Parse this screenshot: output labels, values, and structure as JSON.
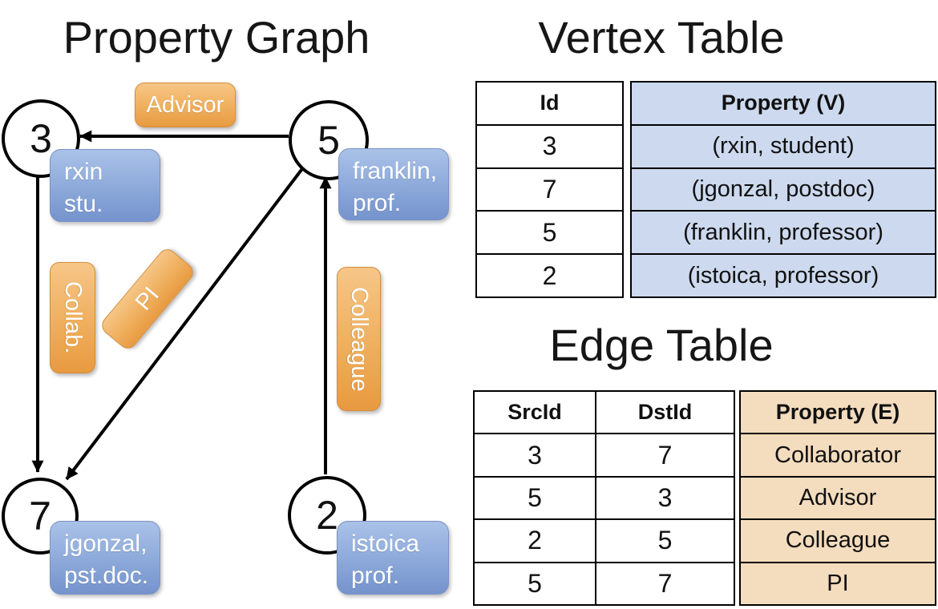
{
  "graph": {
    "title": "Property Graph",
    "nodes": [
      {
        "id": "3",
        "label_lines": [
          "rxin",
          "stu."
        ]
      },
      {
        "id": "5",
        "label_lines": [
          "franklin,",
          "prof."
        ]
      },
      {
        "id": "7",
        "label_lines": [
          "jgonzal,",
          "pst.doc."
        ]
      },
      {
        "id": "2",
        "label_lines": [
          "istoica",
          "prof."
        ]
      }
    ],
    "edge_labels": {
      "advisor": "Advisor",
      "collab": "Collab.",
      "pi": "PI",
      "colleague": "Colleague"
    },
    "edges": [
      {
        "src": "5",
        "dst": "3",
        "label": "Advisor"
      },
      {
        "src": "3",
        "dst": "7",
        "label": "Collab."
      },
      {
        "src": "5",
        "dst": "7",
        "label": "PI"
      },
      {
        "src": "2",
        "dst": "5",
        "label": "Colleague"
      }
    ]
  },
  "vertex_table": {
    "title": "Vertex Table",
    "columns": [
      "Id",
      "Property (V)"
    ],
    "rows": [
      [
        "3",
        "(rxin, student)"
      ],
      [
        "7",
        "(jgonzal, postdoc)"
      ],
      [
        "5",
        "(franklin, professor)"
      ],
      [
        "2",
        "(istoica, professor)"
      ]
    ]
  },
  "edge_table": {
    "title": "Edge Table",
    "columns": [
      "SrcId",
      "DstId",
      "Property (E)"
    ],
    "rows": [
      [
        "3",
        "7",
        "Collaborator"
      ],
      [
        "5",
        "3",
        "Advisor"
      ],
      [
        "2",
        "5",
        "Colleague"
      ],
      [
        "5",
        "7",
        "PI"
      ]
    ]
  },
  "colors": {
    "vertex_property_fill": "#ccd9ee",
    "edge_property_fill": "#f4dcbe",
    "orange_label_top": "#f6c687",
    "orange_label_bottom": "#e89a40",
    "blue_box_top": "#aac2e8",
    "blue_box_bottom": "#7593cd",
    "table_border": "#000000"
  }
}
